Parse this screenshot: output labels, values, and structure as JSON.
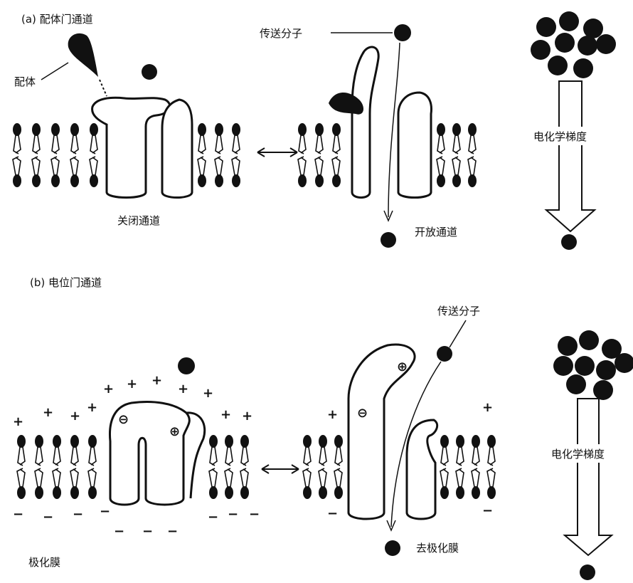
{
  "panel_a": {
    "title": "(a) 配体门通道",
    "ligand_label": "配体",
    "transported_label": "传送分子",
    "closed_label": "关闭通道",
    "open_label": "开放通道",
    "gradient_label": "电化学梯度"
  },
  "panel_b": {
    "title": "(b) 电位门通道",
    "transported_label": "传送分子",
    "polarized_label": "极化膜",
    "depolarized_label": "去极化膜",
    "gradient_label": "电化学梯度",
    "plus_sign": "+",
    "minus_sign": "−",
    "pos_charge": "⊕",
    "neg_charge": "⊖"
  }
}
